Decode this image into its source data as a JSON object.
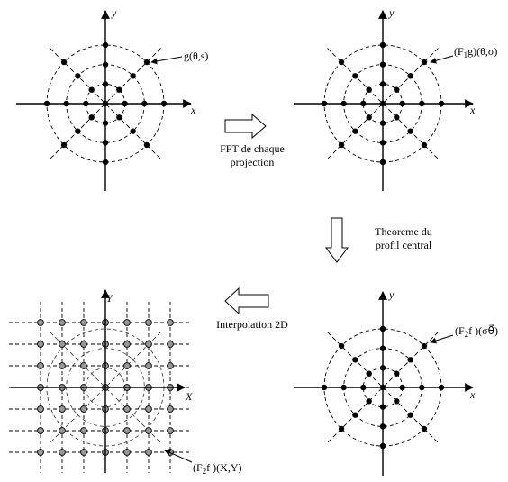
{
  "panels": {
    "top_left": {
      "x_axis": "x",
      "y_axis": "y",
      "label": "g(θ,s)"
    },
    "top_right": {
      "x_axis": "x",
      "y_axis": "y",
      "label_pre": "(F",
      "label_sub": "1",
      "label_post": "g)(θ,σ)"
    },
    "bottom_right": {
      "x_axis": "x",
      "y_axis": "y",
      "label_pre": "(F",
      "label_sub": "2",
      "label_post": "f )(σθ⃗)"
    },
    "bottom_left": {
      "x_axis": "X",
      "y_axis": "Y",
      "label_pre": "(F",
      "label_sub": "2",
      "label_post": "f )(X,Y)"
    }
  },
  "steps": {
    "fft": {
      "line1": "FFT de chaque",
      "line2": "projection"
    },
    "slice": {
      "line1": "Theoreme du",
      "line2": "profil central"
    },
    "interp": {
      "line1": "Interpolation 2D"
    }
  },
  "colors": {
    "ink": "#000000",
    "interp_point": "#999999"
  }
}
